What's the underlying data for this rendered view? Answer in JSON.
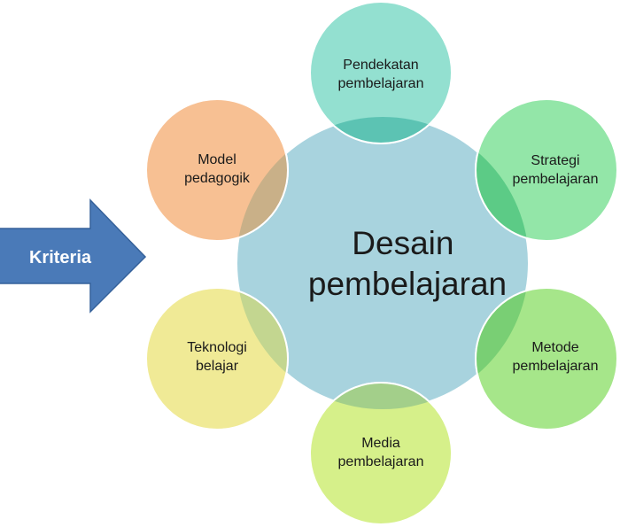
{
  "center": {
    "lines": [
      "Desain",
      "pembelajaran"
    ],
    "fill": "#a8d3de",
    "stroke": "#ffffff"
  },
  "arrow": {
    "label": "Kriteria",
    "fill": "#4a7ab8",
    "stroke": "#35619a"
  },
  "nodes": [
    {
      "id": "pendekatan",
      "lines": [
        "Pendekatan",
        "pembelajaran"
      ],
      "fill": "#93e0d0",
      "overlap": "#5cc3b3"
    },
    {
      "id": "strategi",
      "lines": [
        "Strategi",
        "pembelajaran"
      ],
      "fill": "#93e6a8",
      "overlap": "#5ccb86"
    },
    {
      "id": "metode",
      "lines": [
        "Metode",
        "pembelajaran"
      ],
      "fill": "#a6e68a",
      "overlap": "#79cf74"
    },
    {
      "id": "media",
      "lines": [
        "Media",
        "pembelajaran"
      ],
      "fill": "#d6f08a",
      "overlap": "#a3cf8a"
    },
    {
      "id": "teknologi",
      "lines": [
        "Teknologi",
        "belajar"
      ],
      "fill": "#f0ea96",
      "overlap": "#c3d690"
    },
    {
      "id": "model",
      "lines": [
        "Model",
        "pedagogik"
      ],
      "fill": "#f7c093",
      "overlap": "#c9b088"
    }
  ]
}
